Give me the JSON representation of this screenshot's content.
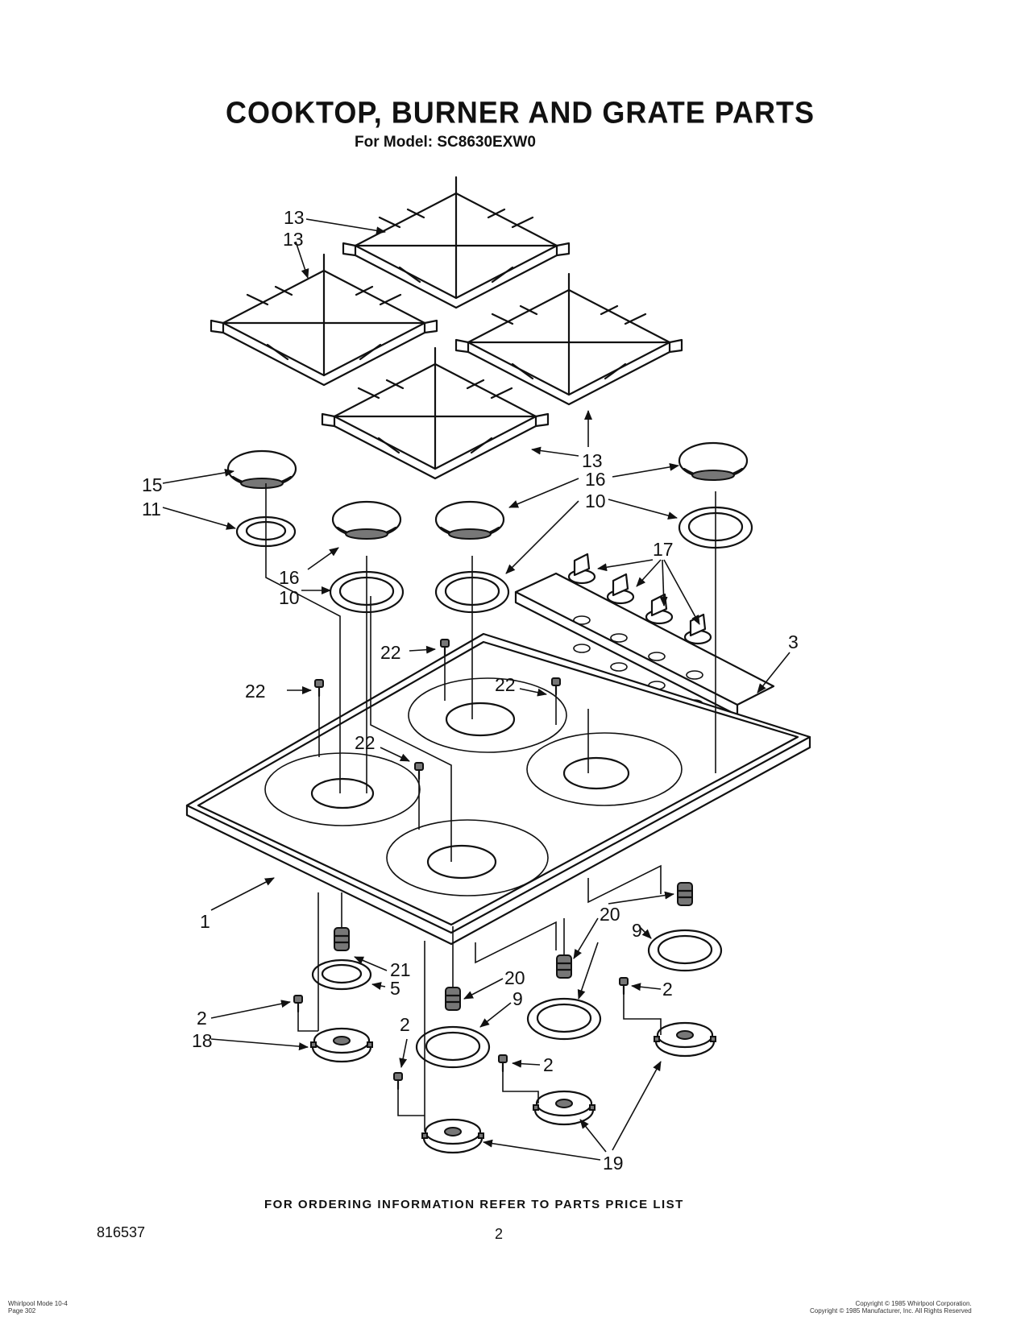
{
  "header": {
    "title": "COOKTOP, BURNER AND GRATE PARTS",
    "subtitle": "For Model: SC8630EXW0"
  },
  "footer": {
    "ordering_note": "FOR ORDERING INFORMATION REFER TO PARTS PRICE LIST",
    "doc_number": "816537",
    "page_number": "2",
    "left_small_line1": "Whirlpool Mode  10-4",
    "left_small_line2": "Page  302",
    "right_small_line1": "Copyright © 1985 Whirlpool Corporation.",
    "right_small_line2": "Copyright © 1985 Manufacturer, Inc.  All Rights Reserved"
  },
  "callouts": {
    "c13a": "13",
    "c13b": "13",
    "c13c": "13",
    "c15": "15",
    "c11": "11",
    "c16a": "16",
    "c16b": "16",
    "c10a": "10",
    "c10b": "10",
    "c17": "17",
    "c3": "3",
    "c22a": "22",
    "c22b": "22",
    "c22c": "22",
    "c22d": "22",
    "c1": "1",
    "c20a": "20",
    "c20b": "20",
    "c9a": "9",
    "c9b": "9",
    "c21": "21",
    "c5": "5",
    "c2a": "2",
    "c2b": "2",
    "c2c": "2",
    "c2d": "2",
    "c18": "18",
    "c19": "19"
  }
}
